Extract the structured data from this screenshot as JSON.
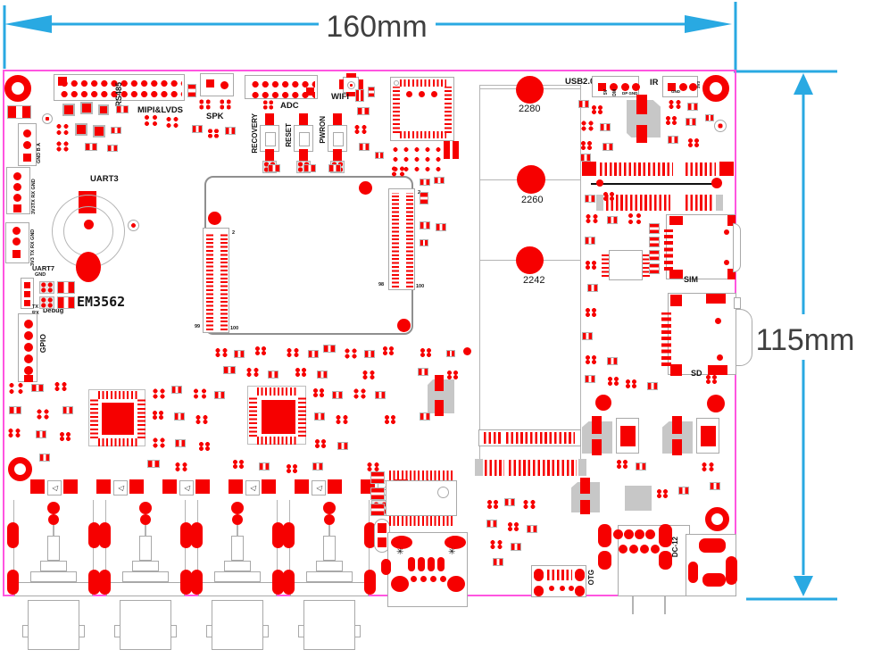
{
  "diagram_type": "pcb-layout",
  "dimensions": {
    "width_label": "160mm",
    "height_label": "115mm"
  },
  "board_name": "EM3562",
  "colors": {
    "component_red": "#F60000",
    "board_outline_pink": "#FF55E0",
    "dimension_blue": "#29A9E2",
    "silkscreen_gray": "#A9A9A9",
    "label_text": "#141414",
    "dimension_text": "#3F3F3F"
  },
  "labels": {
    "rs485": "RS485",
    "mipi_lvds": "MIPI&LVDS",
    "spk": "SPK",
    "adc": "ADC",
    "wifi": "WIFI",
    "recovery": "RECOVERY",
    "reset": "RESET",
    "pwron": "PWRON",
    "usb20": "USB2.0",
    "ir": "IR",
    "uart3": "UART3",
    "uart7": "UART7",
    "debug": "Debug",
    "gpio": "GPIO",
    "sim": "SIM",
    "sd": "SD",
    "otg": "OTG",
    "dc12": "DC-12",
    "m2_2280": "2280",
    "m2_2260": "2260",
    "m2_2242": "2242"
  },
  "pin_labels": {
    "rs485_stack": "GND B A",
    "uart3_stack": "3V3TX RX GND",
    "uart7_stack": "3V3 TX RX GND",
    "debug_gnd": "GND",
    "debug_tx": "TX",
    "debug_rx": "RX",
    "usb_5v": "5V",
    "usb_dm": "DM",
    "usb_dp_gnd": "DP GND",
    "ir_gnd": "GND",
    "ir_3v3": "3V3",
    "b2b_left_top": "2",
    "b2b_left_bottom_left": "99",
    "b2b_left_bottom_right": "100",
    "b2b_right_top": "2",
    "b2b_right_bottom_left": "98",
    "b2b_right_bottom_right": "100",
    "diode_symbol": "◁"
  }
}
